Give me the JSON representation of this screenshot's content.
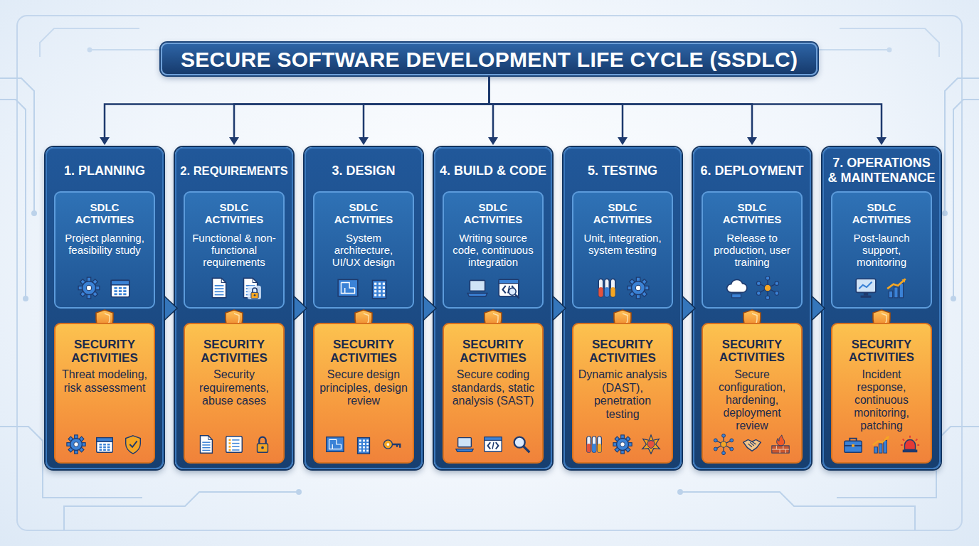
{
  "diagram": {
    "nodes": [
      {
        "text": [
          "SECURE SOFTWARE DEVELOPMENT LIFE CYCLE (SSDLC)"
        ]
      },
      {
        "text": [
          "1. PLANNING"
        ]
      },
      {
        "text": [
          "SDLC ACTIVITIES",
          "Project planning, feasibility study"
        ],
        "in": 1
      },
      {
        "text": [
          "SECURITY ACTIVITIES",
          "Threat modeling, risk assessment"
        ],
        "in": 1
      },
      {
        "text": [
          "2. REQUIREMENTS"
        ]
      },
      {
        "text": [
          "SDLC ACTIVITIES",
          "Functional & non-functional requirements"
        ],
        "in": 4
      },
      {
        "text": [
          "SECURITY ACTIVITIES",
          "Security requirements, abuse cases"
        ],
        "in": 4
      },
      {
        "text": [
          "3. DESIGN"
        ]
      },
      {
        "text": [
          "SDLC ACTIVITIES",
          "System architecture, UI/UX design"
        ],
        "in": 7
      },
      {
        "text": [
          "SECURITY ACTIVITIES",
          "Secure design principles, design review"
        ],
        "in": 7
      },
      {
        "text": [
          "4. BUILD & CODE"
        ]
      },
      {
        "text": [
          "SDLC ACTIVITIES",
          "Writing source code, continuous integration"
        ],
        "in": 10
      },
      {
        "text": [
          "SECURITY ACTIVITIES",
          "Secure coding standards, static analysis (SAST)"
        ],
        "in": 10
      },
      {
        "text": [
          "5. TESTING"
        ]
      },
      {
        "text": [
          "SDLC ACTIVITIES",
          "Unit, integration, system testing"
        ],
        "in": 13
      },
      {
        "text": [
          "SECURITY ACTIVITIES",
          "Dynamic analysis (DAST), penetration testing"
        ],
        "in": 13
      },
      {
        "text": [
          "6. DEPLOYMENT"
        ]
      },
      {
        "text": [
          "SDLC ACTIVITIES",
          "Release to production, user training"
        ],
        "in": 16
      },
      {
        "text": [
          "SECURITY ACTIVITIES",
          "Secure configuration, hardening, deployment review"
        ],
        "in": 16
      },
      {
        "text": [
          "7. OPERATIONS & MAINTENANCE"
        ]
      },
      {
        "text": [
          "SDLC ACTIVITIES",
          "Post-launch support, monitoring"
        ],
        "in": 19
      },
      {
        "text": [
          "SECURITY ACTIVITIES",
          "Incident response, continuous monitoring, patching"
        ],
        "in": 19
      }
    ],
    "edges": [
      {
        "from": 0,
        "to": 1,
        "arrow": "to"
      },
      {
        "from": 0,
        "to": 4,
        "arrow": "to"
      },
      {
        "from": 0,
        "to": 7,
        "arrow": "to"
      },
      {
        "from": 0,
        "to": 10,
        "arrow": "to"
      },
      {
        "from": 0,
        "to": 13,
        "arrow": "to"
      },
      {
        "from": 0,
        "to": 16,
        "arrow": "to"
      },
      {
        "from": 0,
        "to": 19,
        "arrow": "to"
      },
      {
        "from": 1,
        "to": 4,
        "arrow": "to"
      },
      {
        "from": 4,
        "to": 7,
        "arrow": "to"
      },
      {
        "from": 7,
        "to": 10,
        "arrow": "to"
      },
      {
        "from": 10,
        "to": 13,
        "arrow": "to"
      },
      {
        "from": 13,
        "to": 16,
        "arrow": "to"
      },
      {
        "from": 16,
        "to": 19,
        "arrow": "to"
      }
    ]
  }
}
